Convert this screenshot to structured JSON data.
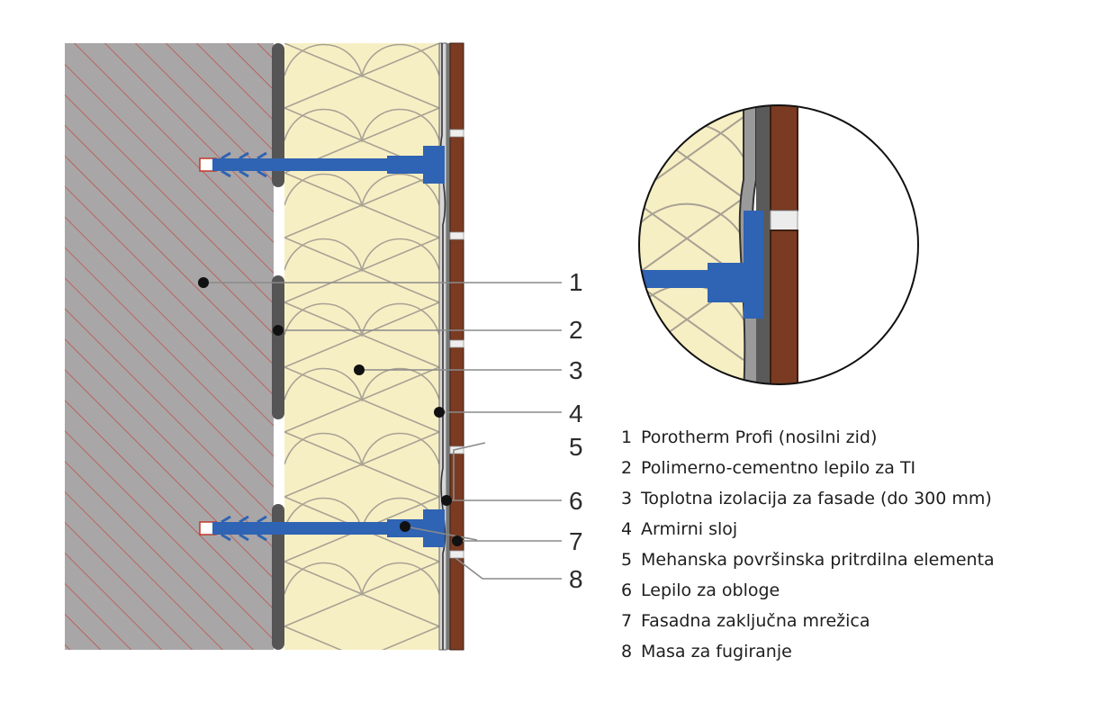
{
  "callouts": [
    "1",
    "2",
    "3",
    "4",
    "5",
    "6",
    "7",
    "8"
  ],
  "legend": [
    {
      "num": "1",
      "text": "Porotherm Profi (nosilni zid)"
    },
    {
      "num": "2",
      "text": "Polimerno-cementno lepilo za TI"
    },
    {
      "num": "3",
      "text": "Toplotna izolacija za fasade (do 300 mm)"
    },
    {
      "num": "4",
      "text": "Armirni sloj"
    },
    {
      "num": "5",
      "text": "Mehanska površinska pritrdilna elementa"
    },
    {
      "num": "6",
      "text": "Lepilo za obloge"
    },
    {
      "num": "7",
      "text": "Fasadna zaključna mrežica"
    },
    {
      "num": "8",
      "text": "Masa za fugiranje"
    }
  ],
  "colors": {
    "wall": "#a9a6a8",
    "hatch": "#c0392b",
    "adhesive": "#555555",
    "insulation": "#f7efc4",
    "insulation_lines": "#a8a294",
    "anchor": "#2f63b3",
    "tile": "#7a3b22",
    "grout": "#eeeeee"
  }
}
